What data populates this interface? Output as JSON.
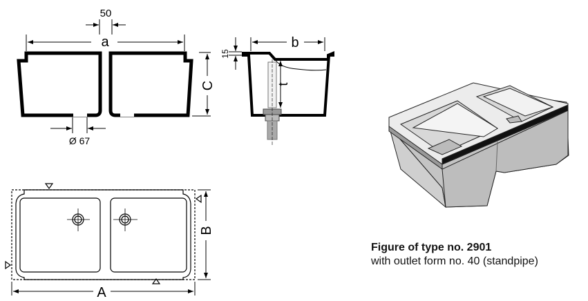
{
  "front_view": {
    "dim_gap": "50",
    "dim_width": "a",
    "dim_outlet": "Ø 67",
    "dim_height": "C"
  },
  "side_view": {
    "dim_rim": "15",
    "dim_depth": "b",
    "dim_standpipe": "t"
  },
  "plan_view": {
    "dim_length": "A",
    "dim_width": "B"
  },
  "caption": {
    "title": "Figure of type no. 2901",
    "subtitle": "with outlet form no. 40 (standpipe)"
  }
}
